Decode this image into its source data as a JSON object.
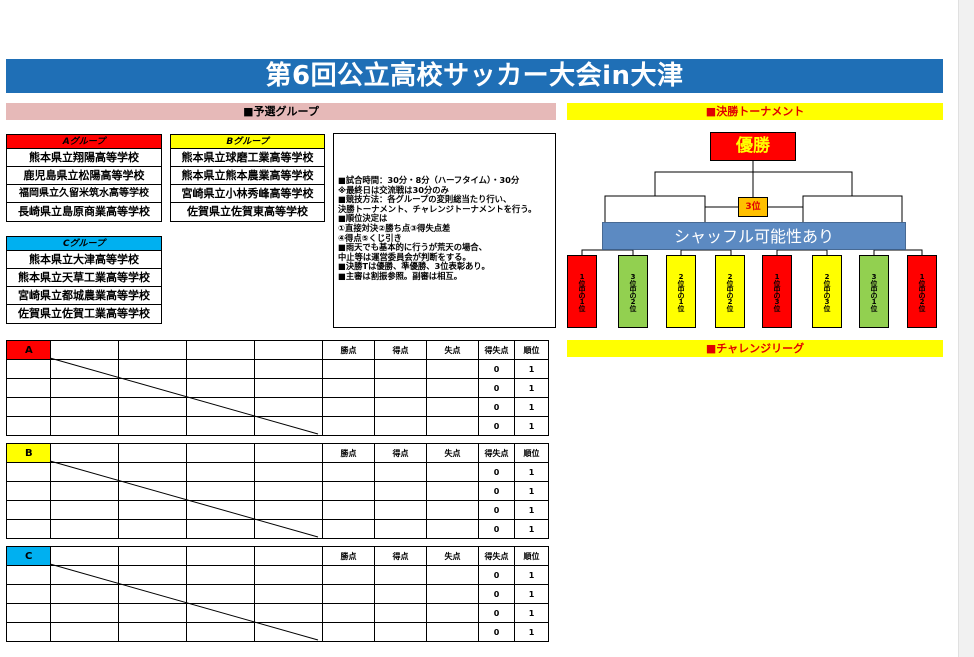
{
  "title": "第6回公立高校サッカー大会in大津",
  "sections": {
    "yosen": "■予選グループ",
    "kessho": "■決勝トーナメント",
    "challenge": "■チャレンジリーグ"
  },
  "colors": {
    "title_bg": "#1f6fb6",
    "group_a": "#ff0000",
    "group_b": "#ffff00",
    "group_c": "#00b0f0",
    "champion": "#ff0000",
    "third": "#ffc000",
    "shuffle": "#4f81bd",
    "seed_green": "#92d050"
  },
  "groups": [
    {
      "label": "Aグループ",
      "schools": [
        "熊本県立翔陽高等学校",
        "鹿児島県立松陽高等学校",
        "福岡県立久留米筑水高等学校",
        "長崎県立島原商業高等学校"
      ]
    },
    {
      "label": "Bグループ",
      "schools": [
        "熊本県立球磨工業高等学校",
        "熊本県立熊本農業高等学校",
        "宮崎県立小林秀峰高等学校",
        "佐賀県立佐賀東高等学校"
      ]
    },
    {
      "label": "Cグループ",
      "schools": [
        "熊本県立大津高等学校",
        "熊本県立天草工業高等学校",
        "宮崎県立都城農業高等学校",
        "佐賀県立佐賀工業高等学校"
      ]
    }
  ],
  "rules": [
    "■試合時間：30分・8分（ハーフタイム）・30分",
    "※最終日は交流戦は30分のみ",
    "■競技方法：各グループの変則総当たり行い、",
    "決勝トーナメント、チャレンジトーナメントを行う。",
    "■順位決定は",
    "①直接対決②勝ち点③得失点差",
    "④得点⑤くじ引き",
    "■雨天でも基本的に行うが荒天の場合、",
    "中止等は運営委員会が判断をする。",
    "■決勝Tは優勝、準優勝、3位表彰あり。",
    "■主審は割振参照。副審は相互。"
  ],
  "league_headers": [
    "勝点",
    "得点",
    "失点",
    "得失点",
    "順位"
  ],
  "leagues": [
    {
      "label": "A",
      "rows": [
        {
          "diff": "0",
          "rank": "1"
        },
        {
          "diff": "0",
          "rank": "1"
        },
        {
          "diff": "0",
          "rank": "1"
        },
        {
          "diff": "0",
          "rank": "1"
        }
      ]
    },
    {
      "label": "B",
      "rows": [
        {
          "diff": "0",
          "rank": "1"
        },
        {
          "diff": "0",
          "rank": "1"
        },
        {
          "diff": "0",
          "rank": "1"
        },
        {
          "diff": "0",
          "rank": "1"
        }
      ]
    },
    {
      "label": "C",
      "rows": [
        {
          "diff": "0",
          "rank": "1"
        },
        {
          "diff": "0",
          "rank": "1"
        },
        {
          "diff": "0",
          "rank": "1"
        },
        {
          "diff": "0",
          "rank": "1"
        }
      ]
    }
  ],
  "tournament": {
    "champion": "優勝",
    "third": "3位",
    "shuffle": "シャッフル可能性あり",
    "seeds": [
      {
        "text": "1位中の1位",
        "color": "#ff0000"
      },
      {
        "text": "3位中の2位",
        "color": "#92d050"
      },
      {
        "text": "2位中の1位",
        "color": "#ffff00"
      },
      {
        "text": "2位中の2位",
        "color": "#ffff00"
      },
      {
        "text": "1位中の3位",
        "color": "#ff0000"
      },
      {
        "text": "2位中の3位",
        "color": "#ffff00"
      },
      {
        "text": "3位中の1位",
        "color": "#92d050"
      },
      {
        "text": "1位中の2位",
        "color": "#ff0000"
      }
    ]
  }
}
